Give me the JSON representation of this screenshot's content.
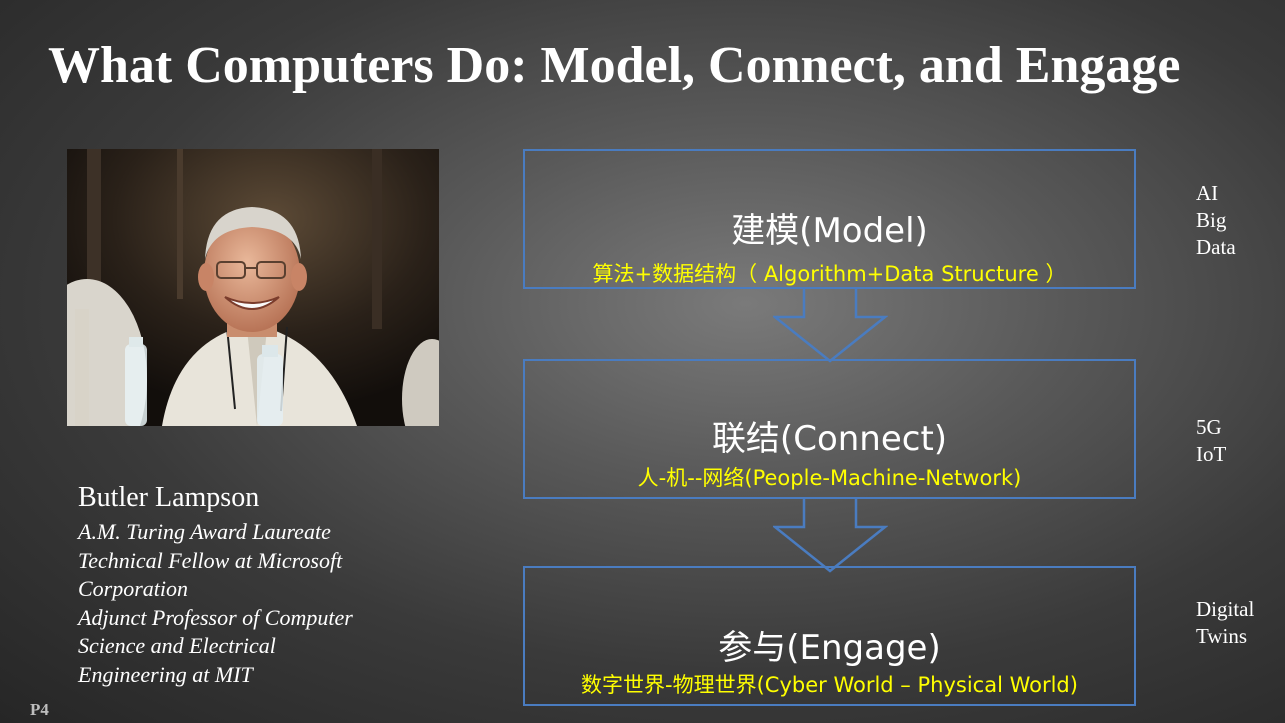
{
  "slide": {
    "title": "What Computers Do: Model, Connect, and Engage",
    "page_number": "P4"
  },
  "person": {
    "name": "Butler Lampson",
    "lines": [
      "A.M. Turing Award Laureate",
      "Technical Fellow at Microsoft",
      "Corporation",
      "Adjunct Professor of Computer",
      "Science and Electrical",
      "Engineering at MIT"
    ]
  },
  "boxes": [
    {
      "title": "建模(Model)",
      "subtitle": "算法+数据结构（ Algorithm+Data Structure ）"
    },
    {
      "title": "联结(Connect)",
      "subtitle": "人-机--网络(People-Machine-Network)"
    },
    {
      "title": "参与(Engage)",
      "subtitle": "数字世界-物理世界(Cyber World – Physical World)"
    }
  ],
  "side_labels": [
    {
      "lines": [
        "AI",
        "Big",
        "Data"
      ]
    },
    {
      "lines": [
        "5G",
        "IoT"
      ]
    },
    {
      "lines": [
        "Digital",
        "Twins"
      ]
    }
  ],
  "colors": {
    "box_border": "#4a7cc0",
    "subtitle_text": "#ffff00",
    "title_text": "#ffffff"
  }
}
